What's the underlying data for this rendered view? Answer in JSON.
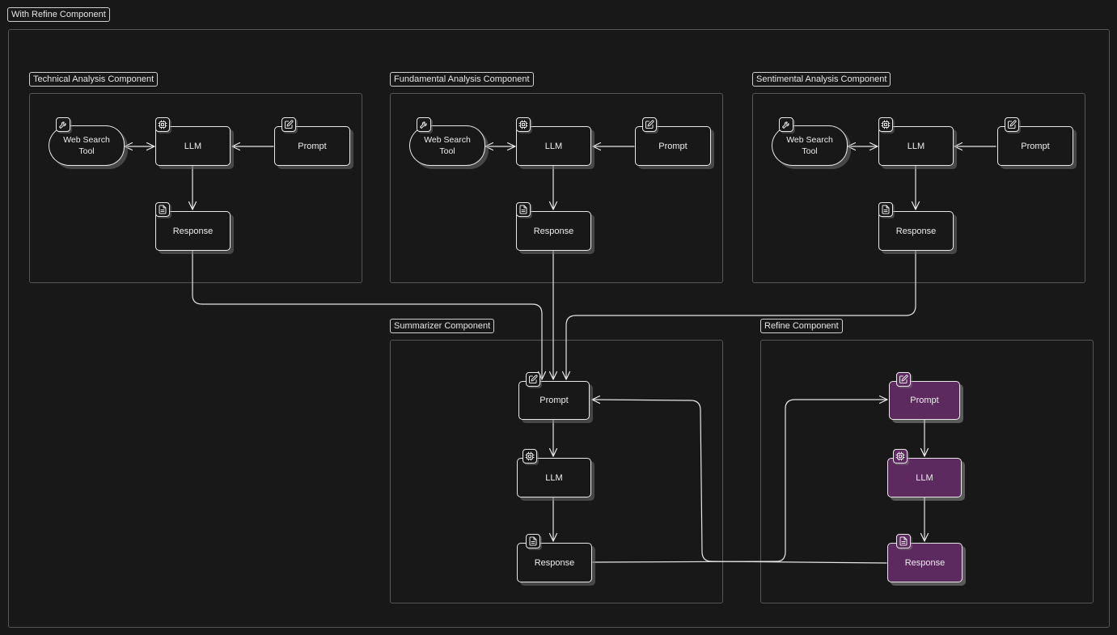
{
  "outer_title": "With Refine Component",
  "components": {
    "technical": {
      "title": "Technical Analysis Component",
      "tool": "Web Search Tool",
      "llm": "LLM",
      "prompt": "Prompt",
      "response": "Response"
    },
    "fundamental": {
      "title": "Fundamental Analysis Component",
      "tool": "Web Search Tool",
      "llm": "LLM",
      "prompt": "Prompt",
      "response": "Response"
    },
    "sentimental": {
      "title": "Sentimental Analysis Component",
      "tool": "Web Search Tool",
      "llm": "LLM",
      "prompt": "Prompt",
      "response": "Response"
    },
    "summarizer": {
      "title": "Summarizer Component",
      "prompt": "Prompt",
      "llm": "LLM",
      "response": "Response"
    },
    "refine": {
      "title": "Refine Component",
      "prompt": "Prompt",
      "llm": "LLM",
      "response": "Response"
    }
  },
  "icons": {
    "tool": "wrench-icon",
    "llm": "chip-icon",
    "prompt": "edit-icon",
    "response": "document-icon"
  },
  "colors": {
    "background": "#181818",
    "stroke": "#e9e9e9",
    "frame": "#555555",
    "refine_fill": "#5c2a5f"
  }
}
